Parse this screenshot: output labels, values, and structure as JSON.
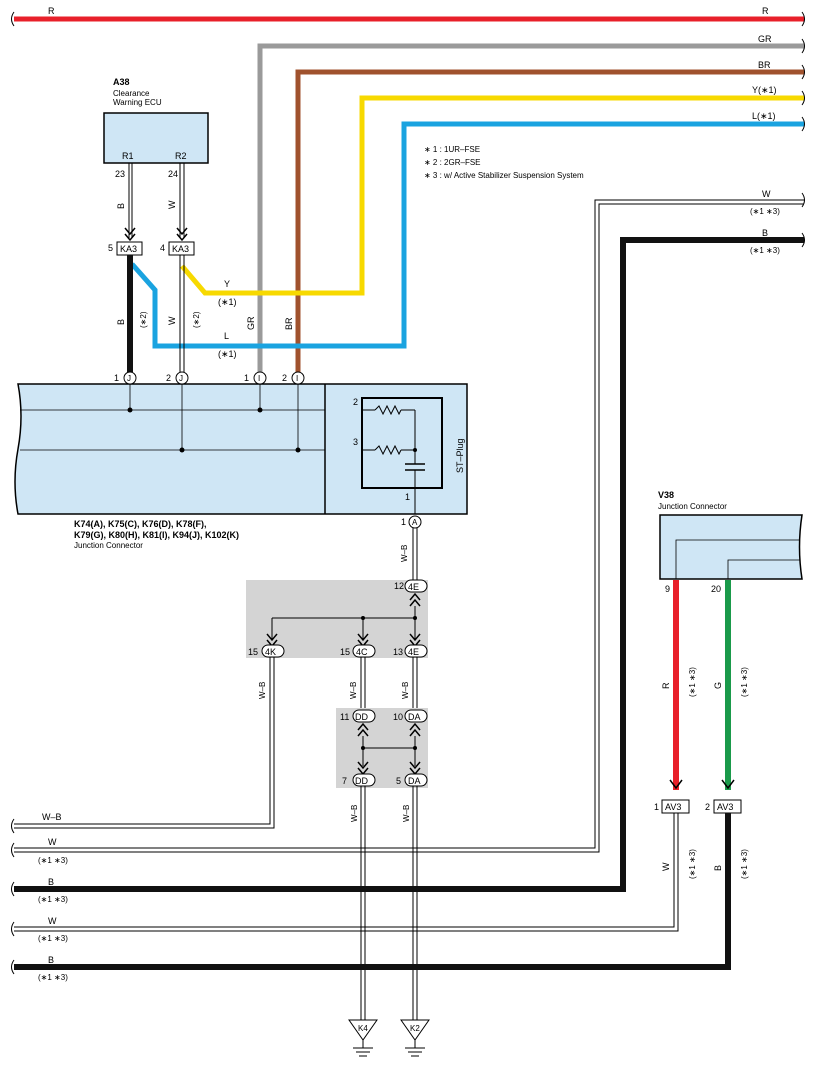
{
  "ecu_a38": {
    "code": "A38",
    "name_line1": "Clearance",
    "name_line2": "Warning ECU",
    "pin_r1": "R1",
    "pin_r2": "R2",
    "pin_r1_num": "23",
    "pin_r2_num": "24"
  },
  "junction_k": {
    "line1": "K74(A), K75(C), K76(D), K78(F),",
    "line2": "K79(G), K80(H), K81(I), K94(J), K102(K)",
    "line3": "Junction Connector",
    "st_plug": "ST–Plug",
    "pins": {
      "j1_num": "1",
      "j1": "J",
      "j2_num": "2",
      "j2": "J",
      "i1_num": "1",
      "i1": "I",
      "i2_num": "2",
      "i2": "I",
      "plug2": "2",
      "plug3": "3",
      "plug1": "1",
      "a1_num": "1",
      "a1": "A"
    }
  },
  "junction_v38": {
    "code": "V38",
    "name": "Junction Connector",
    "pin9": "9",
    "pin20": "20"
  },
  "notes": {
    "n1": "∗ 1 : 1UR–FSE",
    "n2": "∗ 2 : 2GR–FSE",
    "n3": "∗ 3 : w/ Active Stabilizer Suspension System"
  },
  "connectors": {
    "ka3_left_num": "5",
    "ka3_left": "KA3",
    "ka3_right_num": "4",
    "ka3_right": "KA3",
    "c12_num": "12",
    "c12": "4E",
    "c15a_num": "15",
    "c15a": "4K",
    "c15b_num": "15",
    "c15b": "4C",
    "c13_num": "13",
    "c13": "4E",
    "c11_num": "11",
    "c11": "DD",
    "c10_num": "10",
    "c10": "DA",
    "c7_num": "7",
    "c7": "DD",
    "c5_num": "5",
    "c5": "DA",
    "av3a_num": "1",
    "av3a": "AV3",
    "av3b_num": "2",
    "av3b": "AV3",
    "ground_k4": "K4",
    "ground_k2": "K2"
  },
  "wire_labels": {
    "top_r_left": "R",
    "top_r_right": "R",
    "gr_right": "GR",
    "br_right": "BR",
    "y_right": "Y(∗1)",
    "l_right": "L(∗1)",
    "w_right": "W",
    "w_right_note": "(∗1 ∗3)",
    "b_right": "B",
    "b_right_note": "(∗1 ∗3)",
    "b_vert": "B",
    "w_vert": "W",
    "b_vert2": "B",
    "note_star2a": "(∗2)",
    "w_vert2": "W",
    "note_star2b": "(∗2)",
    "gr_vert": "GR",
    "br_vert": "BR",
    "y_horiz": "Y",
    "y_note": "(∗1)",
    "l_horiz": "L",
    "l_note": "(∗1)",
    "wb_a": "W–B",
    "wb_b": "W–B",
    "wb_c": "W–B",
    "wb_d": "W–B",
    "wb_e": "W–B",
    "wb_f": "W–B",
    "r_v38": "R",
    "r_v38_note": "(∗1 ∗3)",
    "g_v38": "G",
    "g_v38_note": "(∗1 ∗3)",
    "w_av3": "W",
    "w_av3_note": "(∗1 ∗3)",
    "b_av3": "B",
    "b_av3_note": "(∗1 ∗3)",
    "left_wb": "W–B",
    "left_w1": "W",
    "left_w1_note": "(∗1 ∗3)",
    "left_b1": "B",
    "left_b1_note": "(∗1 ∗3)",
    "left_w2": "W",
    "left_w2_note": "(∗1 ∗3)",
    "left_b2": "B",
    "left_b2_note": "(∗1 ∗3)"
  },
  "colors": {
    "red": "#e8202a",
    "gray": "#9a9a9a",
    "brown": "#a0522d",
    "yellow": "#f7d900",
    "blue": "#1aa3e0",
    "green": "#1a9a4a",
    "black": "#111111",
    "connector_fill": "#cfe6f5",
    "splice_fill": "#d4d4d4"
  }
}
